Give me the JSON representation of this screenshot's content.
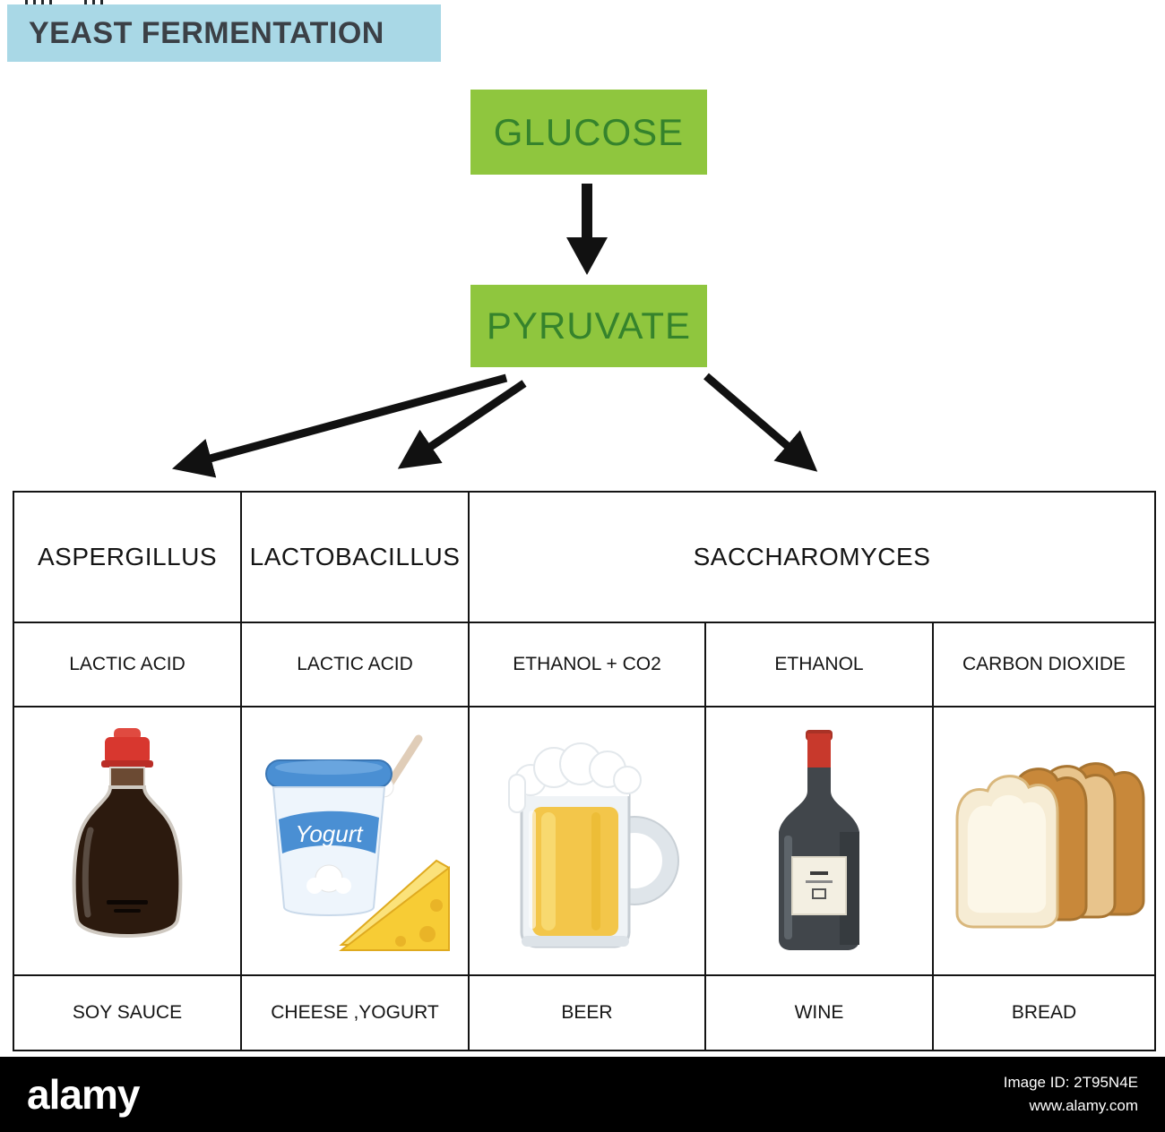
{
  "title": "YEAST FERMENTATION",
  "flowchart": {
    "glucose": "GLUCOSE",
    "pyruvate": "PYRUVATE"
  },
  "table": {
    "organisms": [
      "ASPERGILLUS",
      "LACTOBACILLUS",
      "SACCHAROMYCES"
    ],
    "products": [
      "LACTIC ACID",
      "LACTIC ACID",
      "ETHANOL + CO2",
      "ETHANOL",
      "CARBON DIOXIDE"
    ],
    "foods": [
      "SOY SAUCE",
      "CHEESE ,YOGURT",
      "BEER",
      "WINE",
      "BREAD"
    ],
    "icons": [
      "soy-sauce-bottle-icon",
      "yogurt-cheese-icon",
      "beer-mug-icon",
      "wine-bottle-icon",
      "bread-icon"
    ]
  },
  "yogurt_cup_label": "Yogurt",
  "footer": {
    "brand": "alamy",
    "image_id": "Image ID: 2T95N4E",
    "website": "www.alamy.com"
  },
  "colors": {
    "banner_bg": "#a9d8e6",
    "box_bg": "#8fc63e",
    "box_text": "#35832c",
    "arrow": "#111111",
    "table_border": "#141414",
    "footer_bg": "#000000"
  }
}
